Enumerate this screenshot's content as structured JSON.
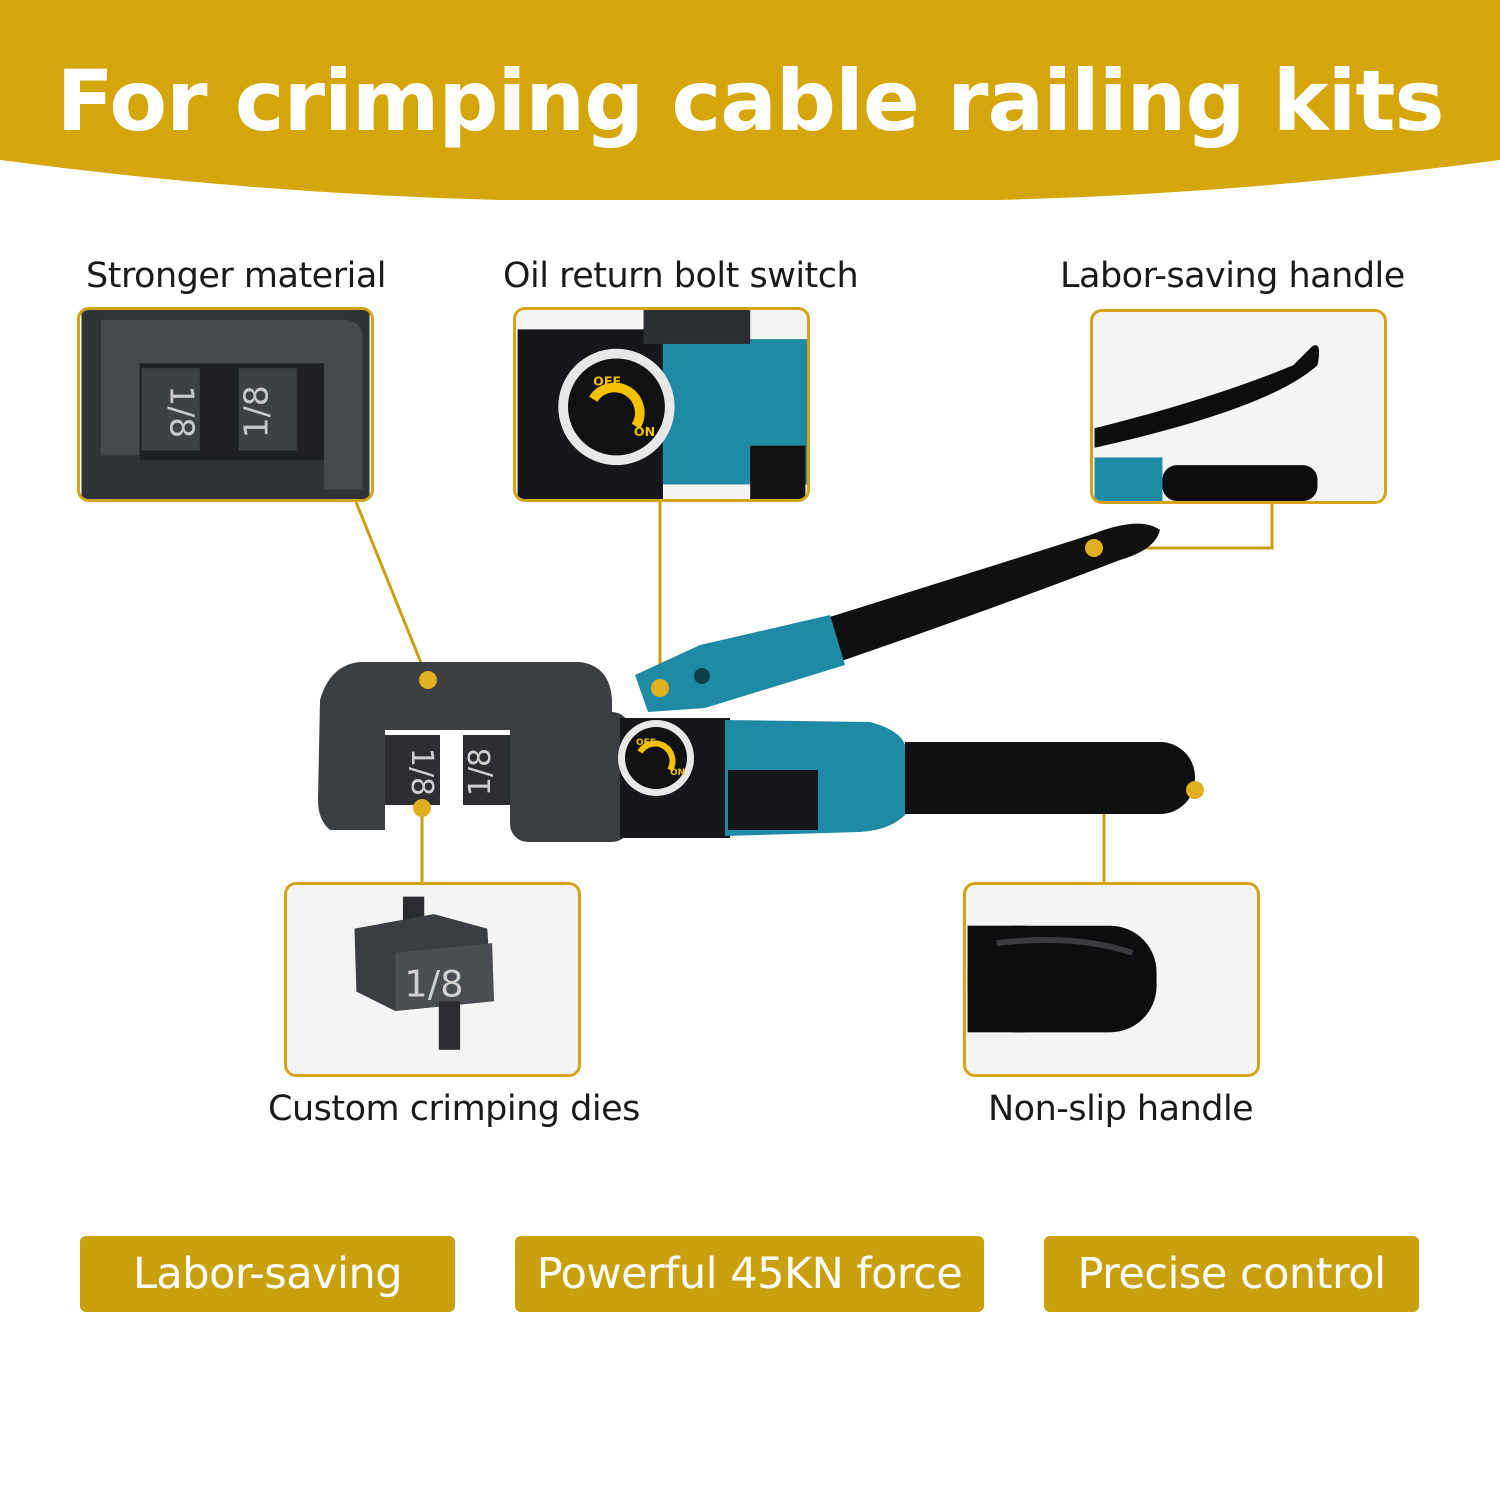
{
  "banner": {
    "title": "For crimping cable railing kits",
    "color": "#d4a60a"
  },
  "callouts": {
    "stronger_material": {
      "label": "Stronger material",
      "die_text": "1/8"
    },
    "oil_return": {
      "label": "Oil return bolt switch",
      "switch_off": "OFF",
      "switch_on": "ON"
    },
    "labor_handle": {
      "label": "Labor-saving handle"
    },
    "custom_dies": {
      "label": "Custom crimping dies",
      "die_text": "1/8"
    },
    "non_slip": {
      "label": "Non-slip handle"
    }
  },
  "tool": {
    "die_text": "1/8",
    "switch_off": "OFF",
    "switch_on": "ON",
    "body_color": "#1f8aa3",
    "accent_color": "#e0b020"
  },
  "badges": [
    {
      "label": "Labor-saving"
    },
    {
      "label": "Powerful 45KN force"
    },
    {
      "label": "Precise control"
    }
  ]
}
